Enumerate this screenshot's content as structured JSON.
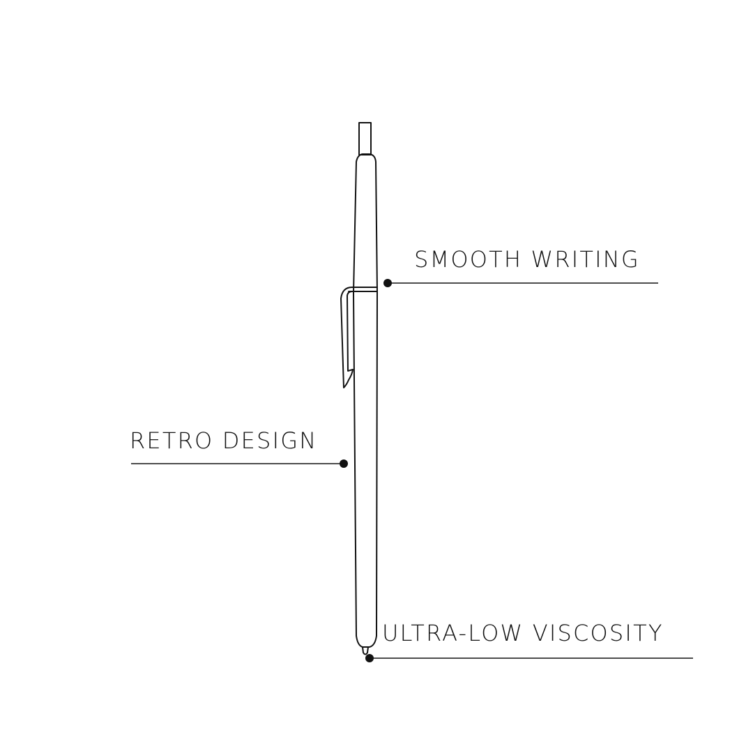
{
  "callouts": {
    "smooth_writing": "SMOOTH WRITING",
    "retro_design": "RETRO DESIGN",
    "ultra_low_viscosity": "ULTRA-LOW VISCOSITY"
  },
  "colors": {
    "background": "#ffffff",
    "line": "#111111"
  },
  "icons": {
    "pen": "pen-illustration-icon"
  }
}
